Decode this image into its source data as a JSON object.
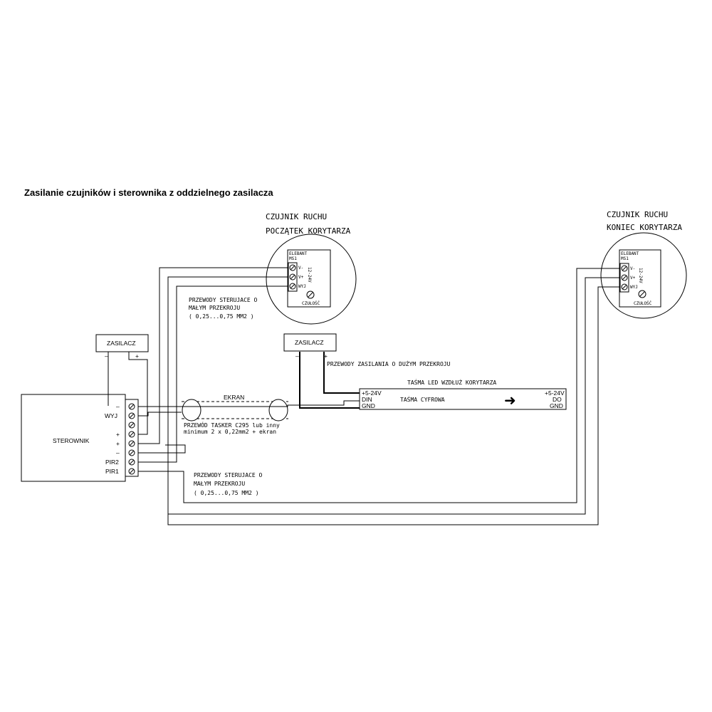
{
  "title": "Zasilanie czujników i sterownika z oddzielnego zasilacza",
  "sensor_start": {
    "label_line1": "CZUJNIK RUCHU",
    "label_line2": "POCZĄTEK KORYTARZA",
    "brand": "ELEBANT",
    "model": "MS1",
    "terminals": [
      "V-",
      "V+",
      "WYJ"
    ],
    "voltage": "12-24V",
    "sensitivity": "CZUŁOŚĆ"
  },
  "sensor_end": {
    "label_line1": "CZUJNIK RUCHU",
    "label_line2": "KONIEC KORYTARZA",
    "brand": "ELEBANT",
    "model": "MS1",
    "terminals": [
      "V-",
      "V+",
      "WYJ"
    ],
    "voltage": "12-24V",
    "sensitivity": "CZUŁOŚĆ"
  },
  "control_wires_top": {
    "line1": "PRZEWODY STERUJACE O",
    "line2": "MAŁYM PRZEKROJU",
    "line3": "( 0,25...0,75 MM2 )"
  },
  "control_wires_bottom": {
    "line1": "PRZEWODY STERUJACE O",
    "line2": "MAŁYM PRZEKROJU",
    "line3": "( 0,25...0,75 MM2 )"
  },
  "psu_left": {
    "label": "ZASILACZ",
    "minus": "–",
    "plus": "+"
  },
  "psu_right": {
    "label": "ZASILACZ",
    "minus": "–",
    "plus": "+"
  },
  "power_wires_label": "PRZEWODY ZASILANIA O DUŻYM PRZEKROJU",
  "controller": {
    "label": "STEROWNIK",
    "terminals": [
      "–",
      "WYJ",
      "",
      "+",
      "+",
      "–",
      "PIR2",
      "PIR1"
    ]
  },
  "shield_label": "EKRAN",
  "cable": {
    "line1": "PRZEWÓD TASKER C295 lub inny",
    "line2": "minimum 2 x 0,22mm2 + ekran"
  },
  "led_strip": {
    "title": "TAŚMA LED WZDŁUŻ KORYTARZA",
    "name": "TAŚMA CYFROWA",
    "left_pins": [
      "+5-24V",
      "DIN",
      "GND"
    ],
    "right_pins": [
      "+5-24V",
      "DO",
      "GND"
    ],
    "arrow": "➜"
  }
}
